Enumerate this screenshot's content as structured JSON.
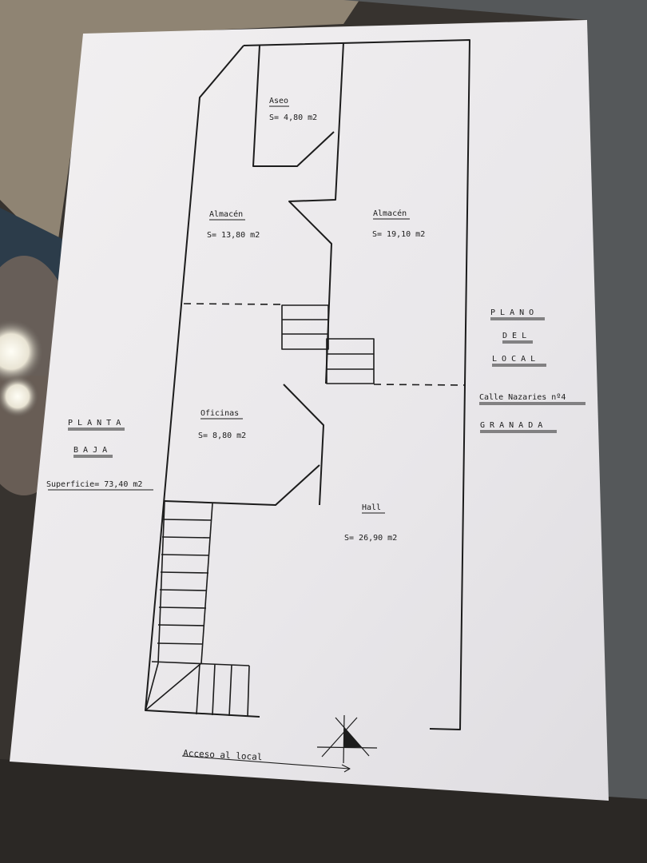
{
  "rooms": {
    "aseo": {
      "name": "Aseo",
      "area": "S= 4,80 m2"
    },
    "almacen_left": {
      "name": "Almacén",
      "area": "S= 13,80 m2"
    },
    "almacen_right": {
      "name": "Almacén",
      "area": "S= 19,10 m2"
    },
    "oficinas": {
      "name": "Oficinas",
      "area": "S= 8,80 m2"
    },
    "hall": {
      "name": "Hall",
      "area": "S= 26,90 m2"
    }
  },
  "left_title": {
    "line1": "P L A N T A",
    "line2": "B A J A",
    "surface": "Superficie= 73,40 m2"
  },
  "right_title": {
    "line1": "P L A N O",
    "line2": "D E L",
    "line3": "L O C A L",
    "street": "Calle Nazaries nº4",
    "city": "G R A N A D A"
  },
  "access_label": "Acceso al local"
}
